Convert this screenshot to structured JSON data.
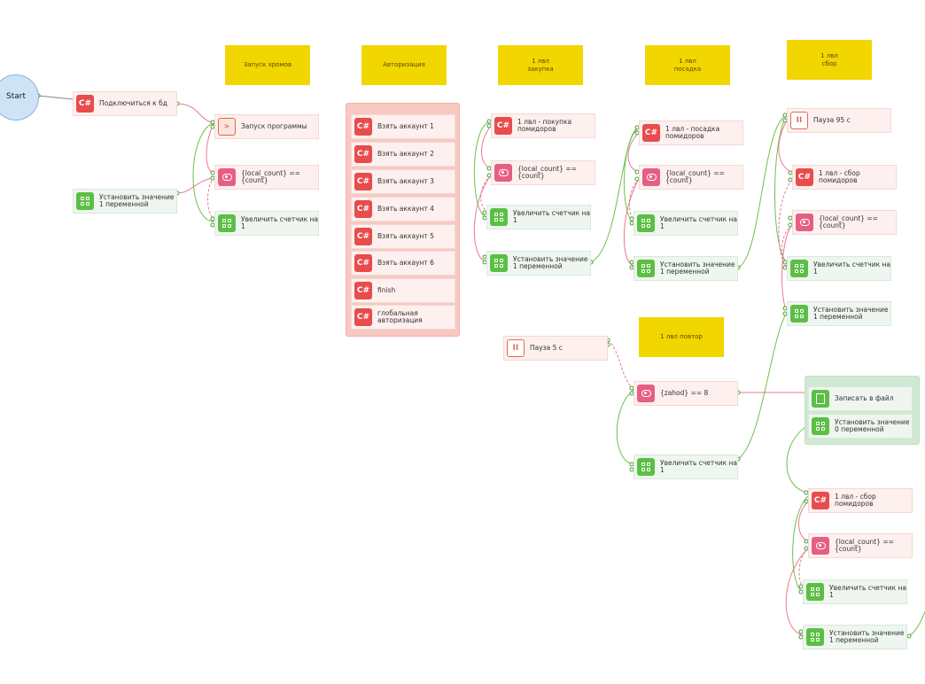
{
  "start": {
    "label": "Start"
  },
  "labels": [
    {
      "id": "lbl-chrome",
      "text": "Запуск хромов"
    },
    {
      "id": "lbl-auth",
      "text": "Авторизация"
    },
    {
      "id": "lbl-buy",
      "text": "1 лвл\nзакупка"
    },
    {
      "id": "lbl-plant",
      "text": "1 лвл\nпосадка"
    },
    {
      "id": "lbl-harvest",
      "text": "1 лвл\nсбор"
    },
    {
      "id": "lbl-repeat",
      "text": "1 лвл повтор"
    }
  ],
  "nodes": [
    {
      "id": "n-connect",
      "type": "cs",
      "text": "Подключиться к бд"
    },
    {
      "id": "n-launch",
      "type": "prog",
      "text": "Запуск программы"
    },
    {
      "id": "n-cond1",
      "type": "cond",
      "text": "{local_count} ==\n{count}"
    },
    {
      "id": "n-setvar1",
      "type": "var",
      "text": "Установить значение\n1 переменной"
    },
    {
      "id": "n-inc1",
      "type": "var",
      "text": "Увеличить счетчик на\n1"
    },
    {
      "id": "n-acc1",
      "type": "cs",
      "text": "Взять аккаунт 1"
    },
    {
      "id": "n-acc2",
      "type": "cs",
      "text": "Взять аккаунт 2"
    },
    {
      "id": "n-acc3",
      "type": "cs",
      "text": "Взять аккаунт 3"
    },
    {
      "id": "n-acc4",
      "type": "cs",
      "text": "Взять аккаунт 4"
    },
    {
      "id": "n-acc5",
      "type": "cs",
      "text": "Взять аккаунт 5"
    },
    {
      "id": "n-acc6",
      "type": "cs",
      "text": "Взять аккаунт 6"
    },
    {
      "id": "n-finish",
      "type": "cs",
      "text": "finish"
    },
    {
      "id": "n-global",
      "type": "cs",
      "text": "глобальная\nавторизация"
    },
    {
      "id": "n-buy",
      "type": "cs",
      "text": "1 лвл - покупка\nпомидоров"
    },
    {
      "id": "n-cond2",
      "type": "cond",
      "text": "{local_count} ==\n{count}"
    },
    {
      "id": "n-inc2",
      "type": "var",
      "text": "Увеличить счетчик на\n1"
    },
    {
      "id": "n-setvar2",
      "type": "var",
      "text": "Установить значение\n1 переменной"
    },
    {
      "id": "n-pause5",
      "type": "pause",
      "text": "Пауза 5 с"
    },
    {
      "id": "n-plant",
      "type": "cs",
      "text": "1 лвл - посадка\nпомидоров"
    },
    {
      "id": "n-cond3",
      "type": "cond",
      "text": "{local_count} ==\n{count}"
    },
    {
      "id": "n-inc3",
      "type": "var",
      "text": "Увеличить счетчик на\n1"
    },
    {
      "id": "n-setvar3",
      "type": "var",
      "text": "Установить значение\n1 переменной"
    },
    {
      "id": "n-zahod",
      "type": "cond",
      "text": "{zahod} == 8"
    },
    {
      "id": "n-inc4",
      "type": "var",
      "text": "Увеличить счетчик на\n1"
    },
    {
      "id": "n-pause95",
      "type": "pause",
      "text": "Пауза 95 с"
    },
    {
      "id": "n-harvest",
      "type": "cs",
      "text": "1 лвл - сбор\nпомидоров"
    },
    {
      "id": "n-cond4",
      "type": "cond",
      "text": "{local_count} ==\n{count}"
    },
    {
      "id": "n-inc5",
      "type": "var",
      "text": "Увеличить счетчик на\n1"
    },
    {
      "id": "n-setvar4",
      "type": "var",
      "text": "Установить значение\n1 переменной"
    },
    {
      "id": "n-writefile",
      "type": "file",
      "text": "Записать в файл"
    },
    {
      "id": "n-setvar0",
      "type": "var",
      "text": "Установить значение\n0 переменной"
    },
    {
      "id": "n-harvest2",
      "type": "cs",
      "text": "1 лвл - сбор\nпомидоров"
    },
    {
      "id": "n-cond5",
      "type": "cond",
      "text": "{local_count} ==\n{count}"
    },
    {
      "id": "n-inc6",
      "type": "var",
      "text": "Увеличить счетчик на\n1"
    },
    {
      "id": "n-setvar5",
      "type": "var",
      "text": "Установить значение\n1 переменной"
    }
  ],
  "colors": {
    "success_wire": "#6cc24a",
    "fail_wire": "#e87a8e",
    "start_wire": "#888888"
  }
}
